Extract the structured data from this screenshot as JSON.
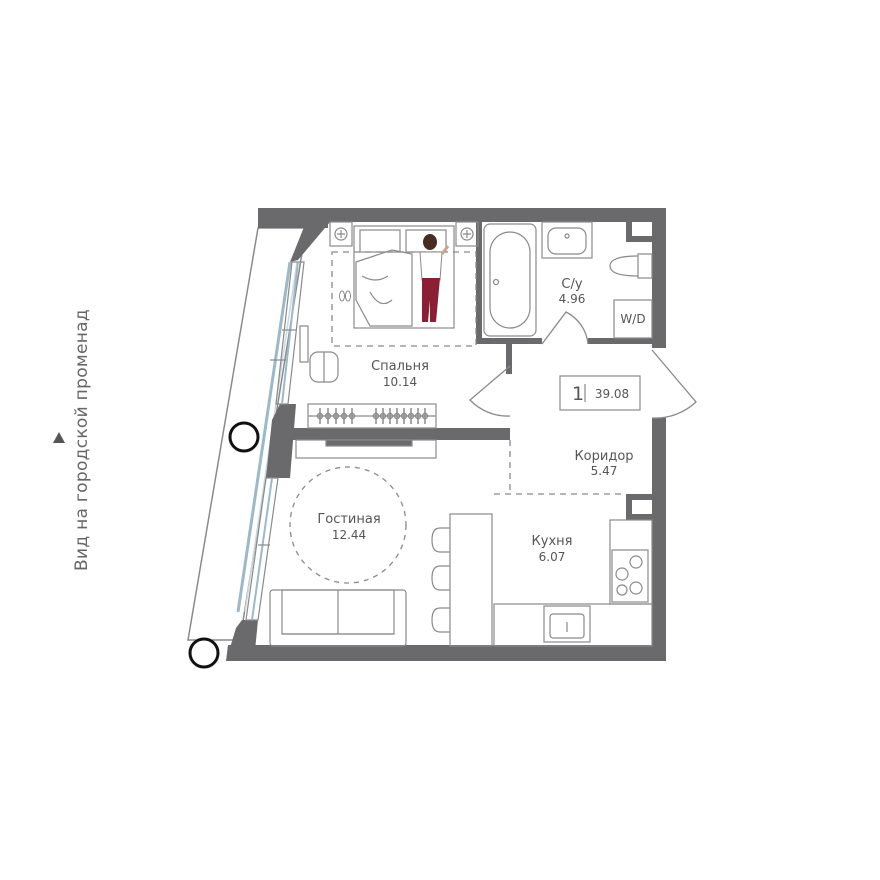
{
  "view_label": "Вид на городской променад",
  "rooms": {
    "bedroom": {
      "name": "Спальня",
      "area": "10.14"
    },
    "bathroom": {
      "name": "С/у",
      "area": "4.96"
    },
    "corridor": {
      "name": "Коридор",
      "area": "5.47"
    },
    "living": {
      "name": "Гостиная",
      "area": "12.44"
    },
    "kitchen": {
      "name": "Кухня",
      "area": "6.07"
    }
  },
  "apartment": {
    "rooms_count": "1",
    "total_area": "39.08"
  },
  "wd_label": "W/D",
  "colors": {
    "wall": "#6a6a6d",
    "line": "#8a8a8a",
    "dark": "#111111",
    "blanket": "#ffffff",
    "pants": "#8b1f33"
  }
}
